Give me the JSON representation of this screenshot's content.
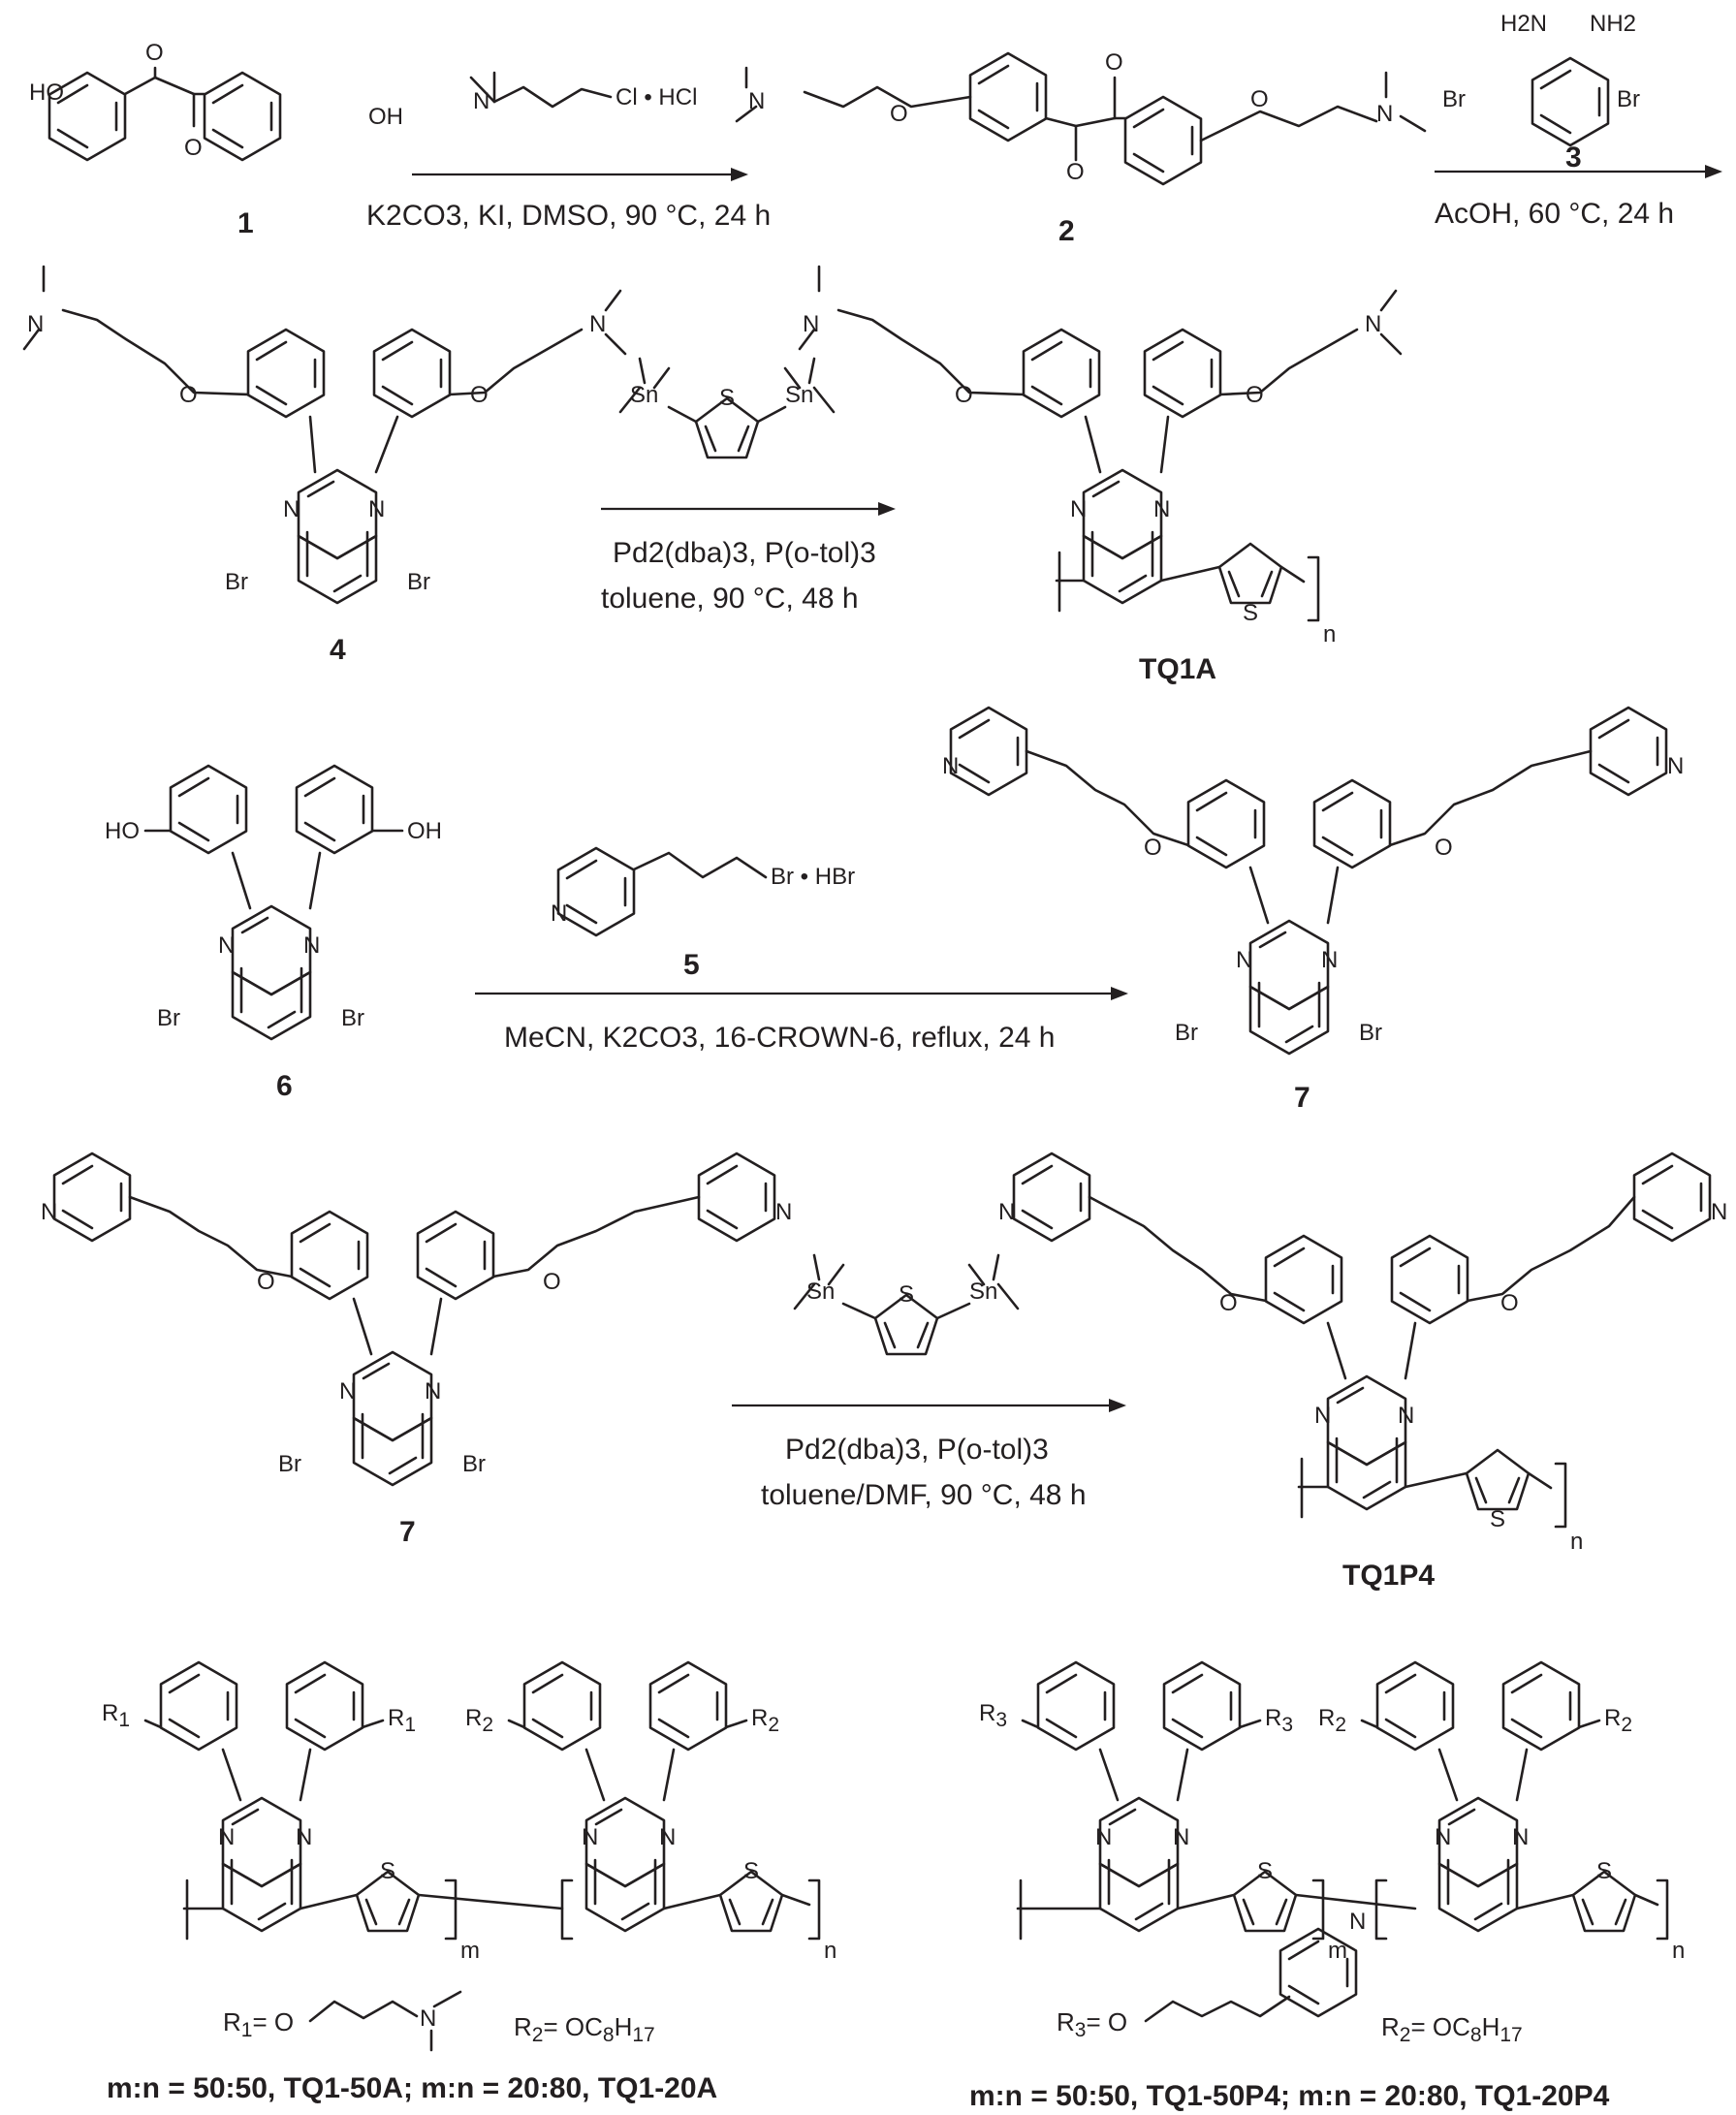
{
  "atoms": {
    "HO": "HO",
    "OH": "OH",
    "O": "O",
    "N": "N",
    "S": "S",
    "Sn": "Sn",
    "Br": "Br",
    "Cl_HCl": "Cl • HCl",
    "Br_HBr": "Br • HBr",
    "H2N": "H2N",
    "NH2": "NH2",
    "m": "m",
    "n": "n"
  },
  "compounds": {
    "c1": "1",
    "c2": "2",
    "c3": "3",
    "c4": "4",
    "c5": "5",
    "c6": "6",
    "c7a": "7",
    "c7b": "7",
    "TQ1A": "TQ1A",
    "TQ1P4": "TQ1P4"
  },
  "conditions": {
    "step1": "K2CO3, KI, DMSO, 90 °C, 24 h",
    "step2": "AcOH, 60 °C, 24 h",
    "step3a": "Pd2(dba)3, P(o-tol)3",
    "step3b": "toluene, 90 °C, 48 h",
    "step4": "MeCN, K2CO3, 16-CROWN-6, reflux, 24 h",
    "step5a": "Pd2(dba)3, P(o-tol)3",
    "step5b": "toluene/DMF, 90 °C, 48 h"
  },
  "definitions": {
    "R1": "R1= O",
    "R2a": "R2= OC8H17",
    "R3": "R3= O",
    "R2b": "R2= OC8H17",
    "ratioA": "m:n = 50:50, TQ1-50A;    m:n = 20:80, TQ1-20A",
    "ratioP": "m:n = 50:50, TQ1-50P4;    m:n = 20:80, TQ1-20P4"
  }
}
